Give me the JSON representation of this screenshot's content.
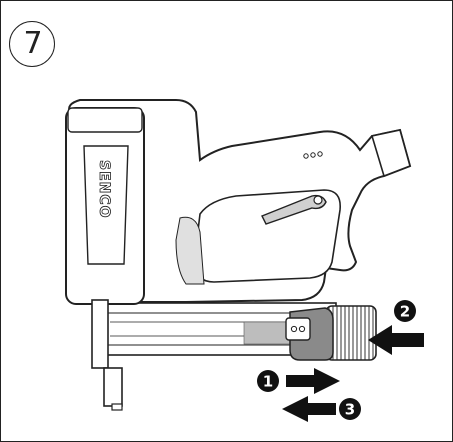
{
  "step": {
    "number": "7"
  },
  "tool": {
    "brand": "SENCO"
  },
  "callouts": [
    {
      "label": "1",
      "direction": "right"
    },
    {
      "label": "2",
      "direction": "left"
    },
    {
      "label": "3",
      "direction": "left"
    }
  ],
  "colors": {
    "ink": "#222222",
    "paper": "#ffffff",
    "shade": "#bdbdbd"
  }
}
